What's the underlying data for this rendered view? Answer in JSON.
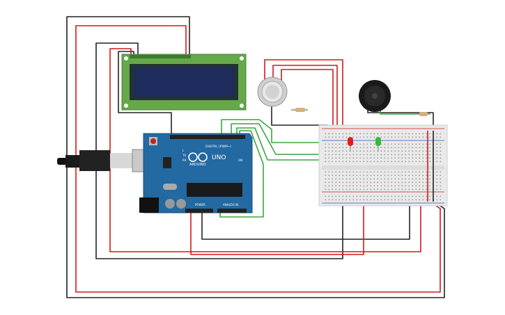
{
  "arduino": {
    "brand": "ARDUINO",
    "model": "UNO",
    "digital_label": "DIGITAL (PWM~)",
    "power_label": "POWER",
    "analog_label": "ANALOG IN",
    "tx_label": "TX",
    "rx_label": "RX",
    "l_label": "L",
    "on_label": "ON"
  },
  "colors": {
    "wire_red": "#d0191b",
    "wire_black": "#222222",
    "wire_green": "#3aa63a",
    "board": "#2369a2",
    "lcd_pcb": "#66a84a",
    "lcd_screen": "#1d2c5c",
    "breadboard": "#e9e9e9",
    "led_red": "#e21b1b",
    "led_green": "#2fbf2f"
  },
  "icons": [
    "usb-cable-icon",
    "gas-sensor-icon",
    "buzzer-icon",
    "resistor-icon",
    "led-icon",
    "microcontroller-chip-icon"
  ]
}
